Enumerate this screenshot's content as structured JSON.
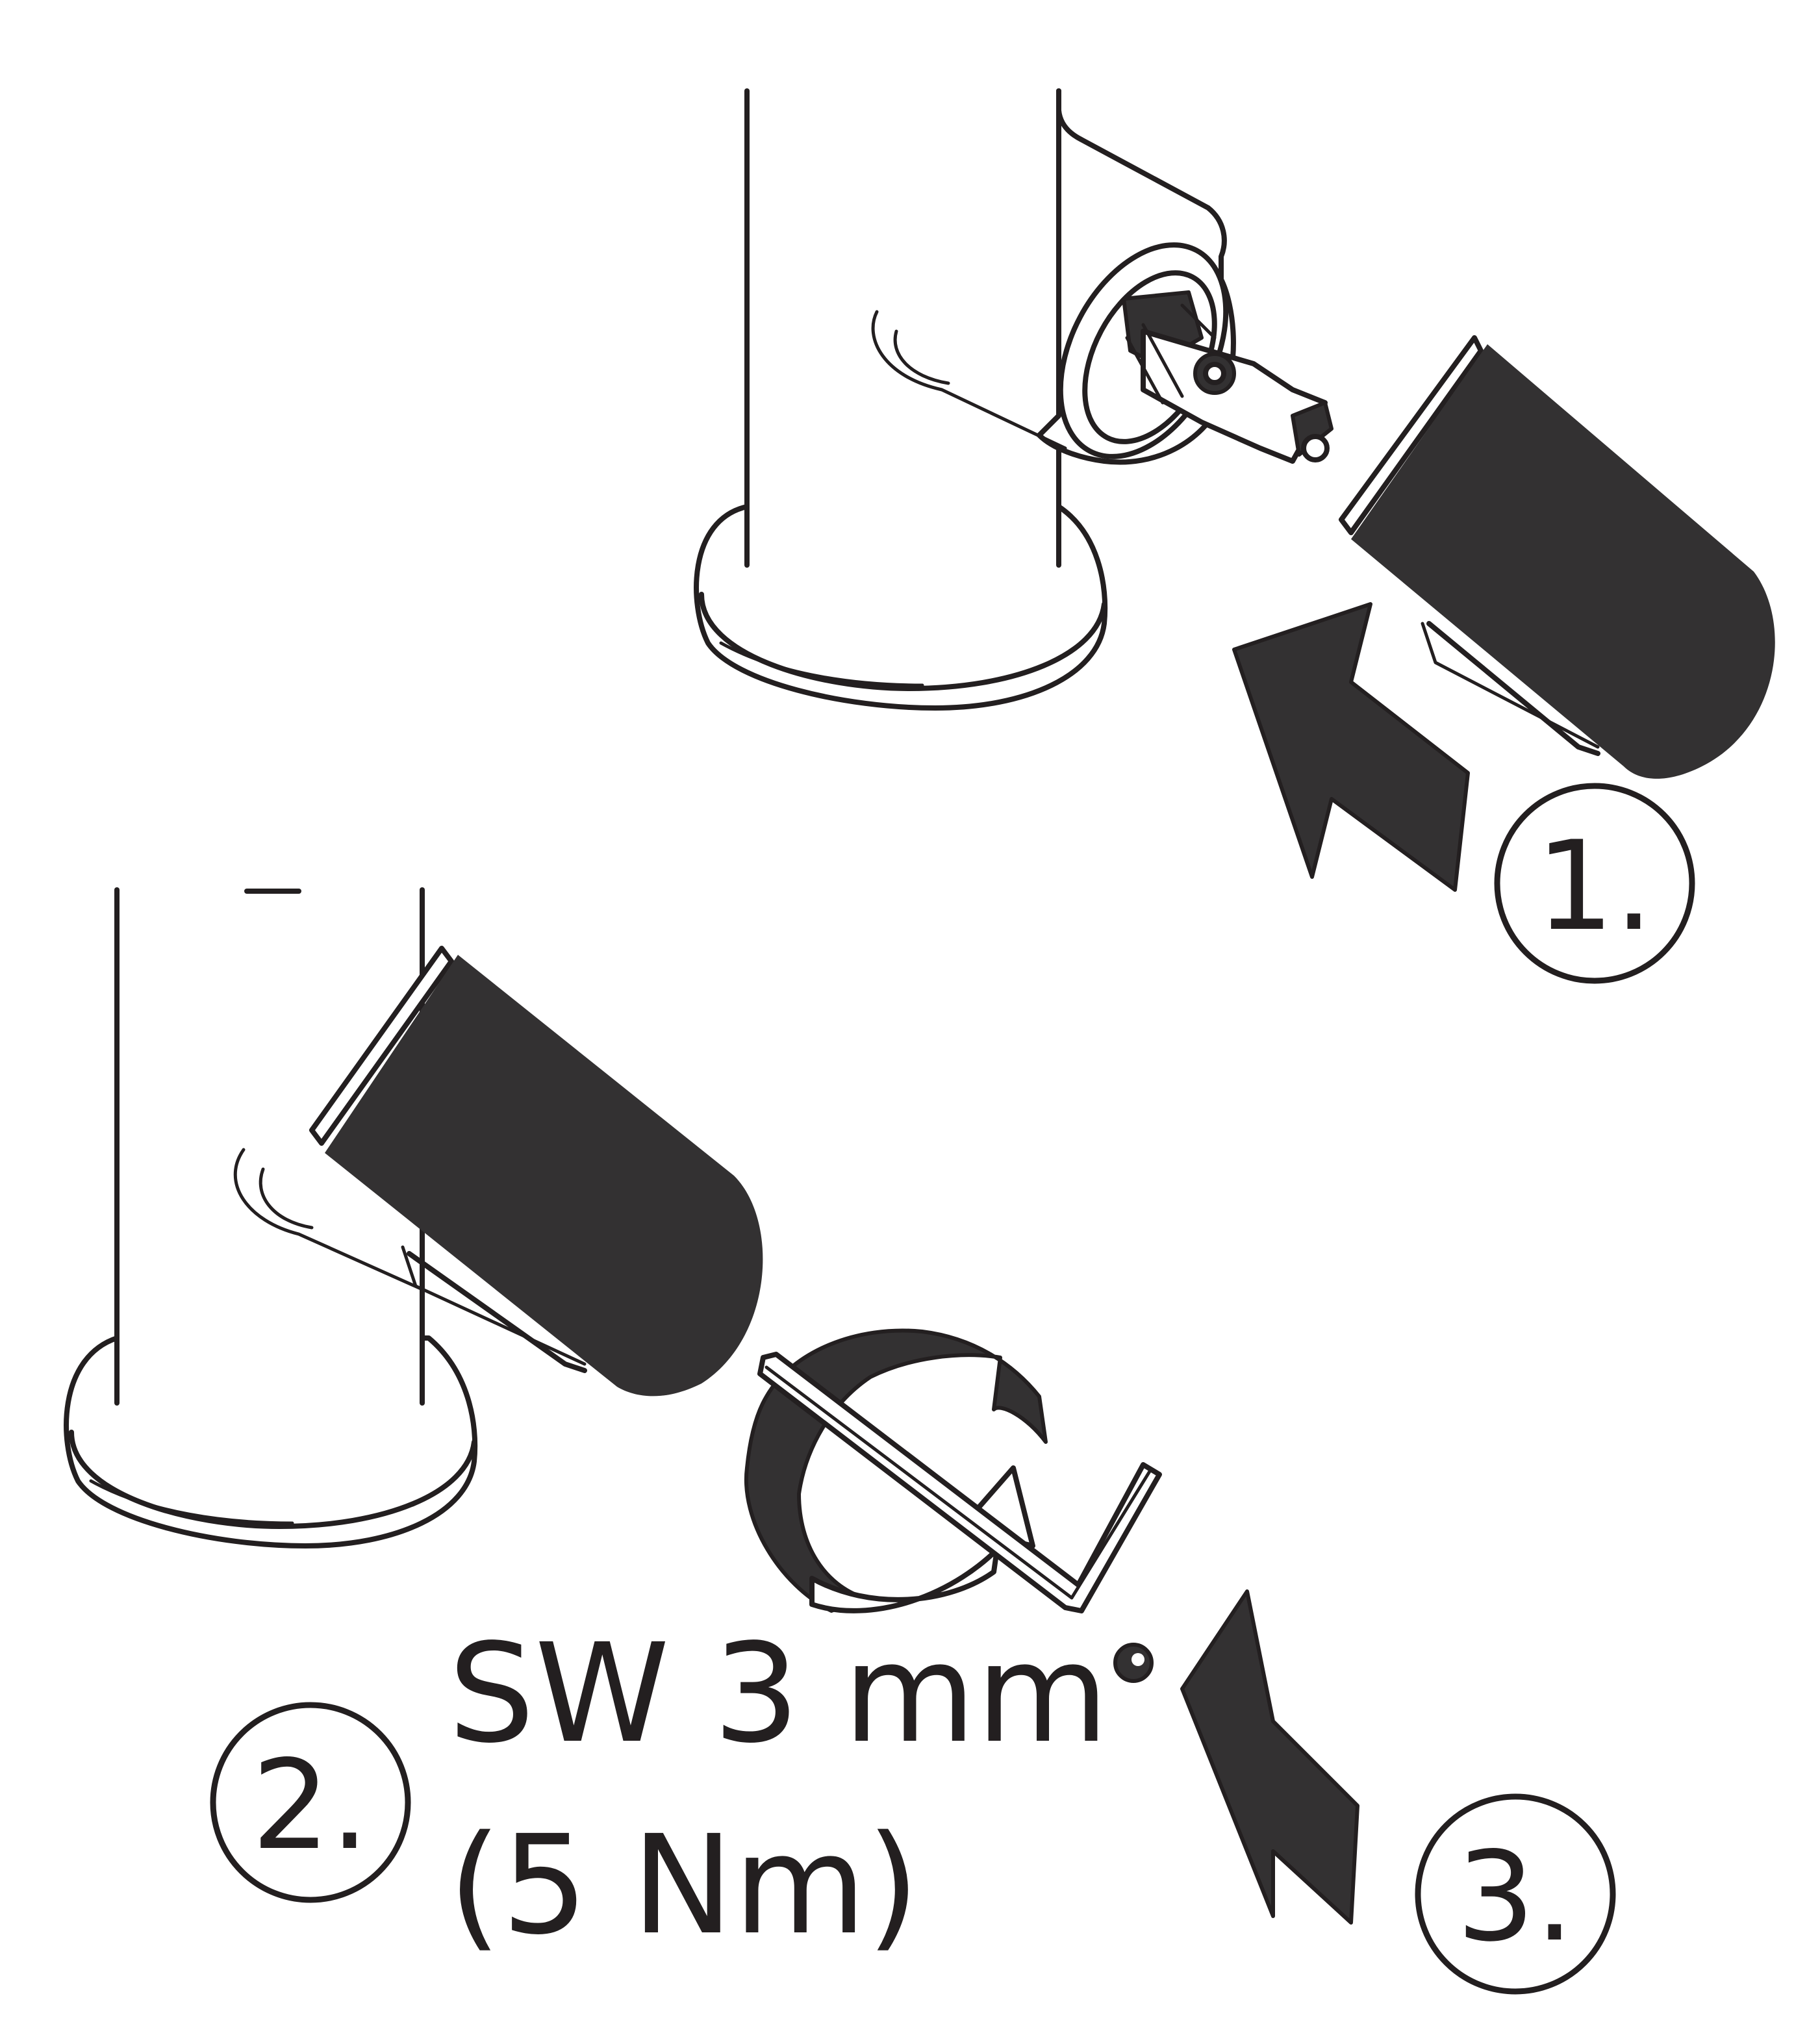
{
  "steps": [
    {
      "label": "1."
    },
    {
      "label": "2."
    },
    {
      "label": "3."
    }
  ],
  "tool": {
    "size_label": "SW 3 mm",
    "torque_label": "(5 Nm)"
  },
  "colors": {
    "line": "#231f20",
    "fill_dark": "#333132",
    "background": "#ffffff"
  }
}
